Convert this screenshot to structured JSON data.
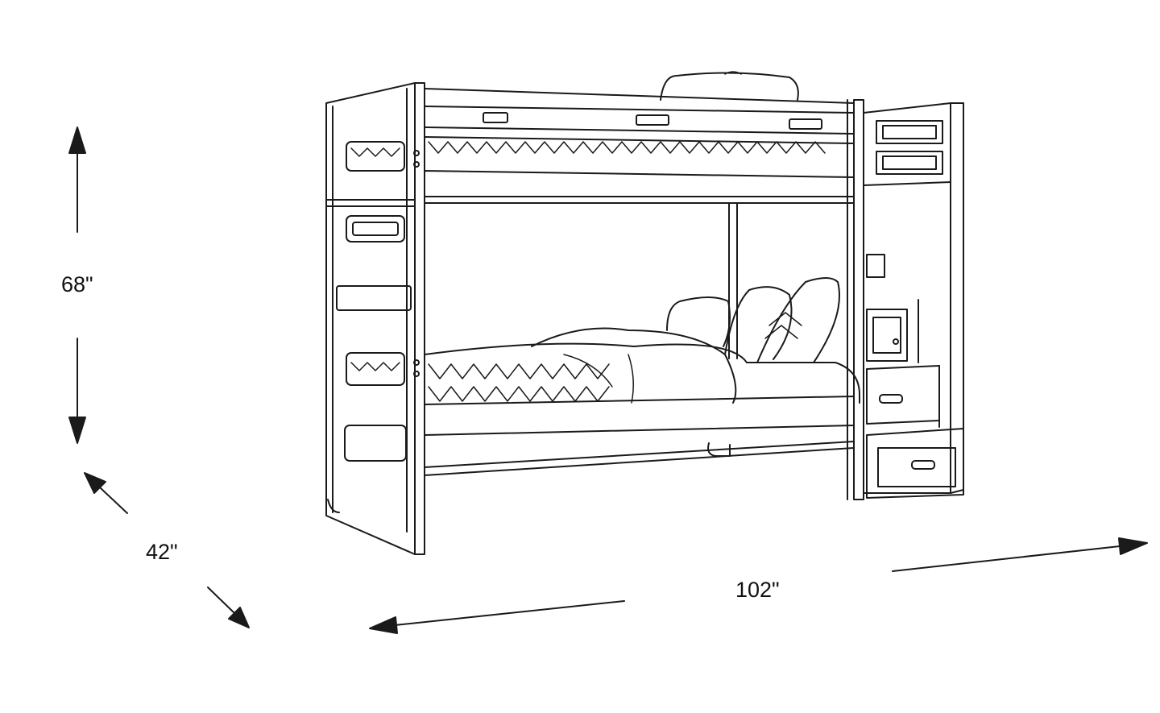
{
  "dimensions": {
    "height": "68\"",
    "depth": "42\"",
    "width": "102\""
  },
  "colors": {
    "line": "#1a1a1a",
    "background": "#ffffff"
  }
}
